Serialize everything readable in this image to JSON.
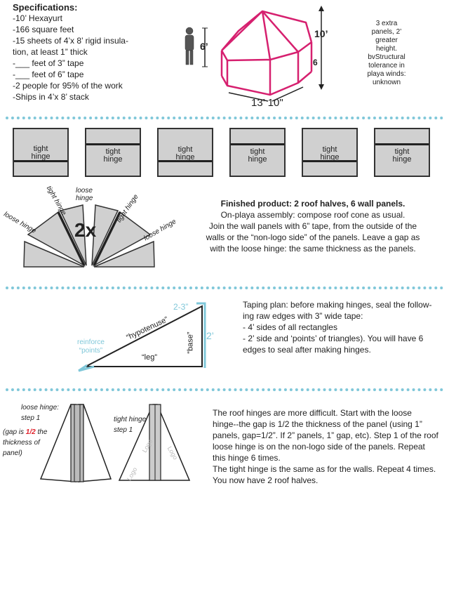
{
  "specs": {
    "title": "Specifications:",
    "lines": [
      "-10’ Hexayurt",
      "-166 square feet",
      "-15 sheets of 4’x 8’ rigid insula-",
      "tion, at least 1” thick",
      "-___ feet of 3” tape",
      "-___ feet of 6” tape",
      "-2 people for 95% of the work",
      "-Ships in 4’x 8’ stack"
    ]
  },
  "yurt": {
    "dim_height": "6’",
    "dim_total": "10’",
    "dim_wall": "6",
    "dim_width": "13’ 10\""
  },
  "side_note": [
    "3 extra",
    "panels, 2’",
    "greater",
    "height.",
    "bvStructural",
    "tolerance in",
    "playa winds:",
    "unknown"
  ],
  "panels": [
    {
      "label1": "tight",
      "label2": "hinge"
    },
    {
      "label1": "tight",
      "label2": "hinge"
    },
    {
      "label1": "tight",
      "label2": "hinge"
    },
    {
      "label1": "tight",
      "label2": "hinge"
    },
    {
      "label1": "tight",
      "label2": "hinge"
    },
    {
      "label1": "tight",
      "label2": "hinge"
    }
  ],
  "roof_fan": {
    "loose_left": "loose hinge",
    "tight_left": "tight hinge",
    "loose_top": "loose hinge",
    "tight_right": "tight hinge",
    "loose_right": "loose hinge",
    "multiplier": "2x"
  },
  "finished": {
    "heading": "Finished product: 2 roof halves,  6 wall panels.",
    "lines": [
      "On-playa assembly: compose roof cone as usual.",
      "Join the wall panels with 6” tape, from the outside of the",
      "walls or the  “non-logo side” of the panels. Leave a gap as",
      "with the loose hinge: the same thickness as the panels."
    ]
  },
  "triangle": {
    "top_dim": "2-3”",
    "side_dim": "2’",
    "hypotenuse": "“hypotenuse”",
    "base": "“base”",
    "leg": "“leg”",
    "reinforce1": "reinforce",
    "reinforce2": "“points”"
  },
  "taping": {
    "lines": [
      "Taping plan: before making hinges, seal the follow-",
      "ing raw edges with 3” wide tape:",
      " - 4’ sides of all rectangles",
      " - 2’ side and ‘points’ of triangles). You will have 6",
      "edges to seal after making hinges."
    ]
  },
  "hinge_steps": {
    "loose_title": "loose hinge:",
    "loose_step": "step 1",
    "gap_note_pre": "(gap is ",
    "gap_note_half": "1/2",
    "gap_note_post": " the",
    "gap_note_2": "thickness of",
    "gap_note_3": "panel)",
    "tight_title": "tight hinge:",
    "tight_step": "step 1",
    "logo": "Logo"
  },
  "roof_text": {
    "lines": [
      "The roof hinges are more difficult. Start with the loose",
      "hinge--the gap is 1/2 the thickness of the panel (using 1”",
      "panels, gap=1/2”. If 2” panels, 1” gap, etc). Step 1 of the roof",
      "loose hinge is on the non-logo side of the panels. Repeat",
      "this hinge 6 times.",
      "The tight hinge is the same as for the walls. Repeat 4 times.",
      "You now have 2 roof halves."
    ]
  },
  "colors": {
    "accent": "#7fc7d9",
    "magenta": "#d6206f",
    "panel_fill": "#d0d0d0",
    "red": "#e0202a"
  }
}
